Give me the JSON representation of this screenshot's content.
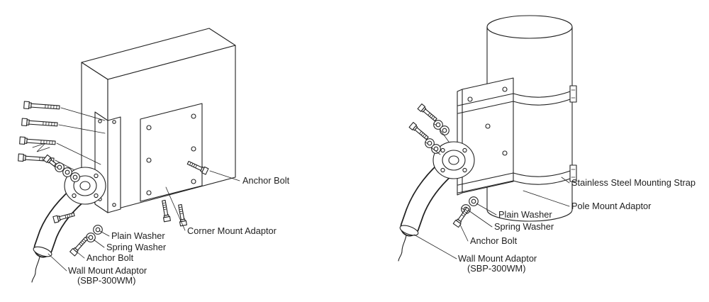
{
  "colors": {
    "line": "#222222",
    "background": "#ffffff"
  },
  "labels": {
    "left": {
      "anchor_bolt_top": "Anchor Bolt",
      "corner_mount_adaptor": "Corner Mount Adaptor",
      "plain_washer": "Plain Washer",
      "spring_washer": "Spring Washer",
      "anchor_bolt": "Anchor Bolt",
      "wall_mount_adaptor": "Wall Mount Adaptor",
      "wall_mount_model": "(SBP-300WM)"
    },
    "right": {
      "mounting_strap": "Stainless Steel Mounting Strap",
      "pole_mount_adaptor": "Pole Mount Adaptor",
      "plain_washer": "Plain Washer",
      "spring_washer": "Spring Washer",
      "anchor_bolt": "Anchor Bolt",
      "wall_mount_adaptor": "Wall Mount Adaptor",
      "wall_mount_model": "(SBP-300WM)"
    }
  }
}
